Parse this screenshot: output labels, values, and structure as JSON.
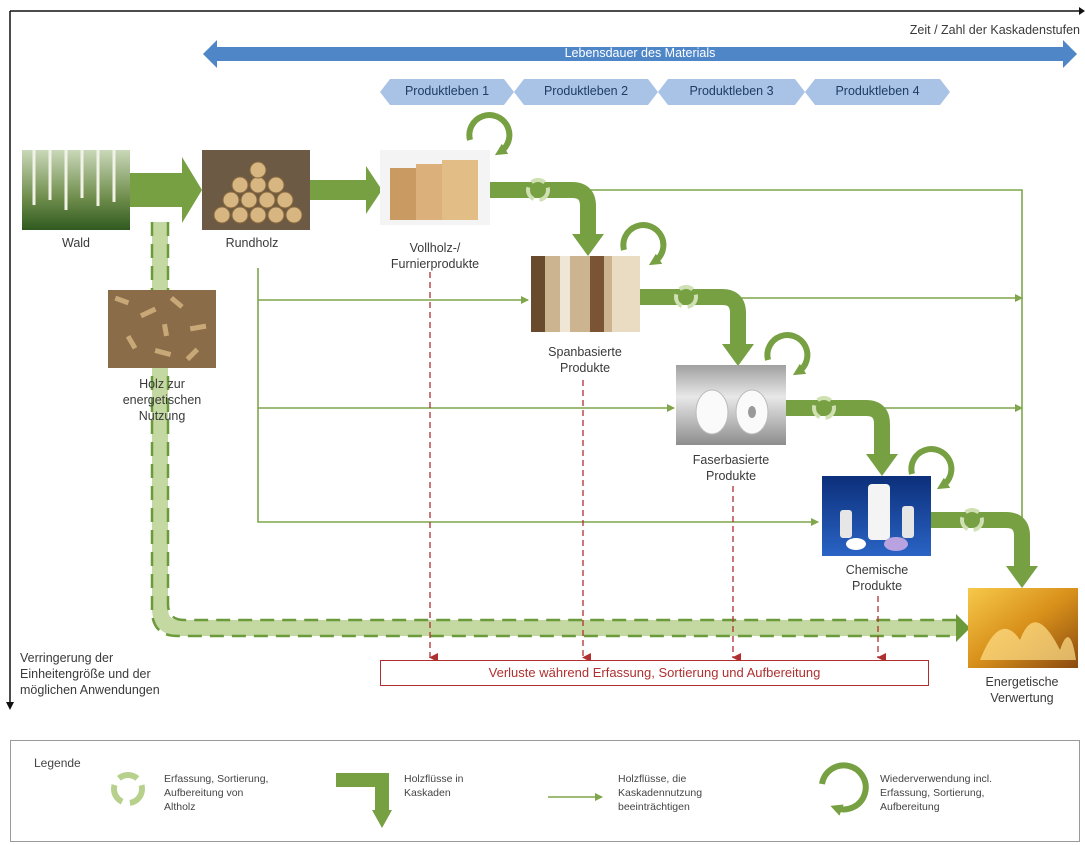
{
  "axes": {
    "horizontal_label": "Zeit / Zahl der Kaskadenstufen",
    "vertical_label": "Verringerung der\nEinheitengröße und der\nmöglichen Anwendungen"
  },
  "lifetime_banner": {
    "label": "Lebensdauer des Materials"
  },
  "phases": [
    "Produktleben 1",
    "Produktleben 2",
    "Produktleben 3",
    "Produktleben 4"
  ],
  "nodes": {
    "wald": "Wald",
    "rundholz": "Rundholz",
    "energy_wood": "Holz zur\nenergetischen\nNutzung",
    "vollholz": "Vollholz-/\nFurnierprodukte",
    "spanbasiert": "Spanbasierte\nProdukte",
    "faserbasiert": "Faserbasierte\nProdukte",
    "chemisch": "Chemische\nProdukte",
    "energetisch": "Energetische\nVerwertung"
  },
  "losses_label": "Verluste während Erfassung, Sortierung und Aufbereitung",
  "legend": {
    "title": "Legende",
    "items": [
      {
        "icon": "recycle-icon",
        "text": "Erfassung, Sortierung,\nAufbereitung von\nAltholz"
      },
      {
        "icon": "cascade-arrow-icon",
        "text": "Holzflüsse in\nKaskaden"
      },
      {
        "icon": "thin-arrow-icon",
        "text": "Holzflüsse, die\nKaskadennutzung\nbeeinträchtigen"
      },
      {
        "icon": "reuse-loop-icon",
        "text": "Wiederverwendung incl.\nErfassung, Sortierung,\nAufbereitung"
      }
    ]
  },
  "colors": {
    "cascade_green": "#77a043",
    "light_green": "#c4d8a2",
    "dash_green": "#6b9a3a",
    "thin_green": "#7fa64a",
    "loss_red": "#b03030",
    "banner_blue": "#4f86c8",
    "phase_blue": "#a9c3e6"
  }
}
